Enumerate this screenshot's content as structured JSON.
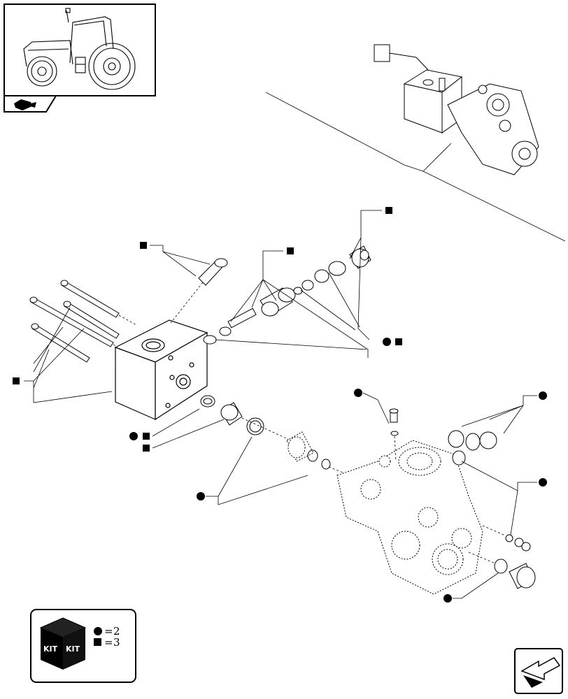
{
  "diagram": {
    "legend": {
      "circle_count": "2",
      "square_count": "3",
      "kit_word": "KIT"
    },
    "icons": {
      "tractor_thumbnail": "tractor-icon",
      "section_tab": "section-arrow-icon",
      "next_page": "next-page-arrow-icon",
      "kit_box": "kit-box-icon"
    }
  }
}
